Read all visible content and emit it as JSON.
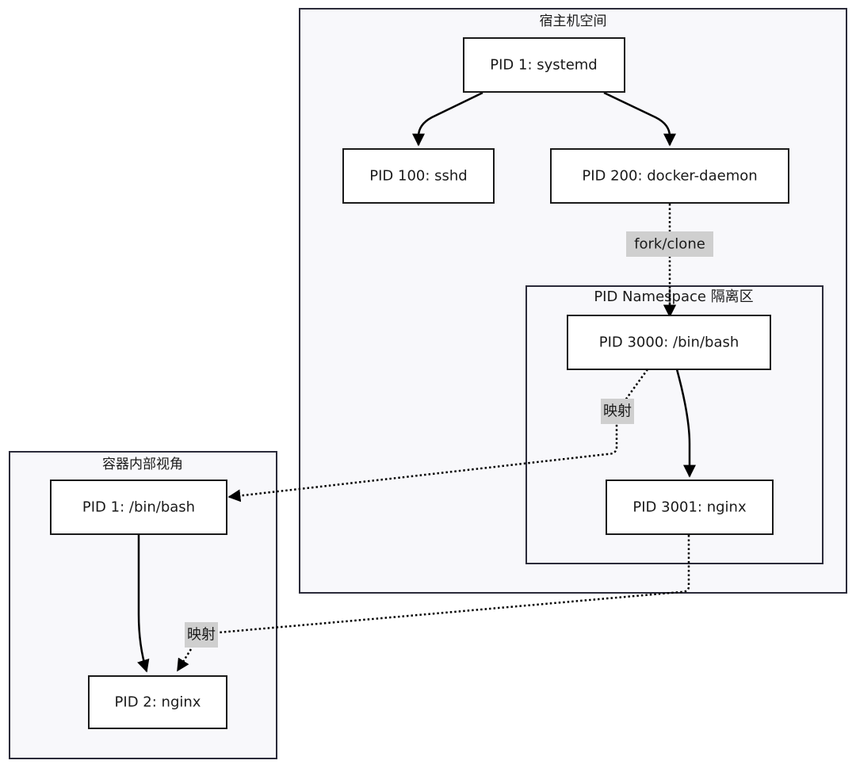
{
  "clusters": {
    "host": {
      "label": "宿主机空间"
    },
    "namespace": {
      "label": "PID Namespace 隔离区"
    },
    "container": {
      "label": "容器内部视角"
    }
  },
  "nodes": {
    "systemd": {
      "label": "PID 1: systemd"
    },
    "sshd": {
      "label": "PID 100: sshd"
    },
    "docker": {
      "label": "PID 200: docker-daemon"
    },
    "bash3000": {
      "label": "PID 3000: /bin/bash"
    },
    "nginx3001": {
      "label": "PID 3001: nginx"
    },
    "cbash": {
      "label": "PID 1: /bin/bash"
    },
    "cnginx": {
      "label": "PID 2: nginx"
    }
  },
  "edges": {
    "systemd_sshd": {
      "from": "systemd",
      "to": "sshd",
      "style": "solid"
    },
    "systemd_docker": {
      "from": "systemd",
      "to": "docker",
      "style": "solid"
    },
    "docker_bash3000": {
      "from": "docker",
      "to": "bash3000",
      "style": "dotted",
      "label": "fork/clone"
    },
    "bash3000_nginx3001": {
      "from": "bash3000",
      "to": "nginx3001",
      "style": "solid"
    },
    "bash3000_cbash": {
      "from": "bash3000",
      "to": "cbash",
      "style": "dotted",
      "label": "映射"
    },
    "nginx3001_cnginx": {
      "from": "nginx3001",
      "to": "cnginx",
      "style": "dotted",
      "label": "映射"
    },
    "cbash_cnginx": {
      "from": "cbash",
      "to": "cnginx",
      "style": "solid"
    }
  }
}
